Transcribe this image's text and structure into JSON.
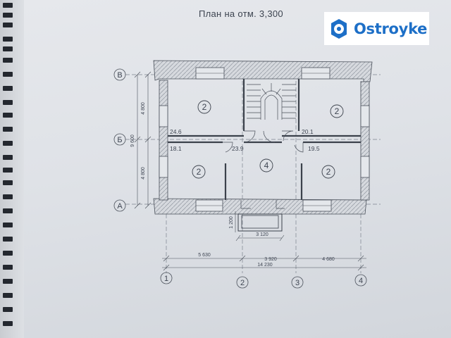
{
  "plan": {
    "title": "План на отм. 3,300",
    "axes": {
      "rows": [
        "В",
        "Б",
        "А"
      ],
      "columns": [
        "1",
        "2",
        "3",
        "4"
      ]
    },
    "room_markers": [
      "2",
      "2",
      "2",
      "4",
      "2"
    ],
    "areas": [
      "24.6",
      "20.1",
      "18.1",
      "23.9",
      "19.5"
    ],
    "dimensions": {
      "left_upper": "4 800",
      "left_total": "9 600",
      "left_lower": "4 800",
      "balcony_depth": "1 200",
      "balcony_width": "3 120",
      "bottom_1_2": "5 630",
      "bottom_2_3": "3 920",
      "bottom_3_4": "4 680",
      "bottom_total": "14 230"
    }
  },
  "logo": {
    "text": "Ostroyke",
    "color": "#1d6fc7"
  }
}
